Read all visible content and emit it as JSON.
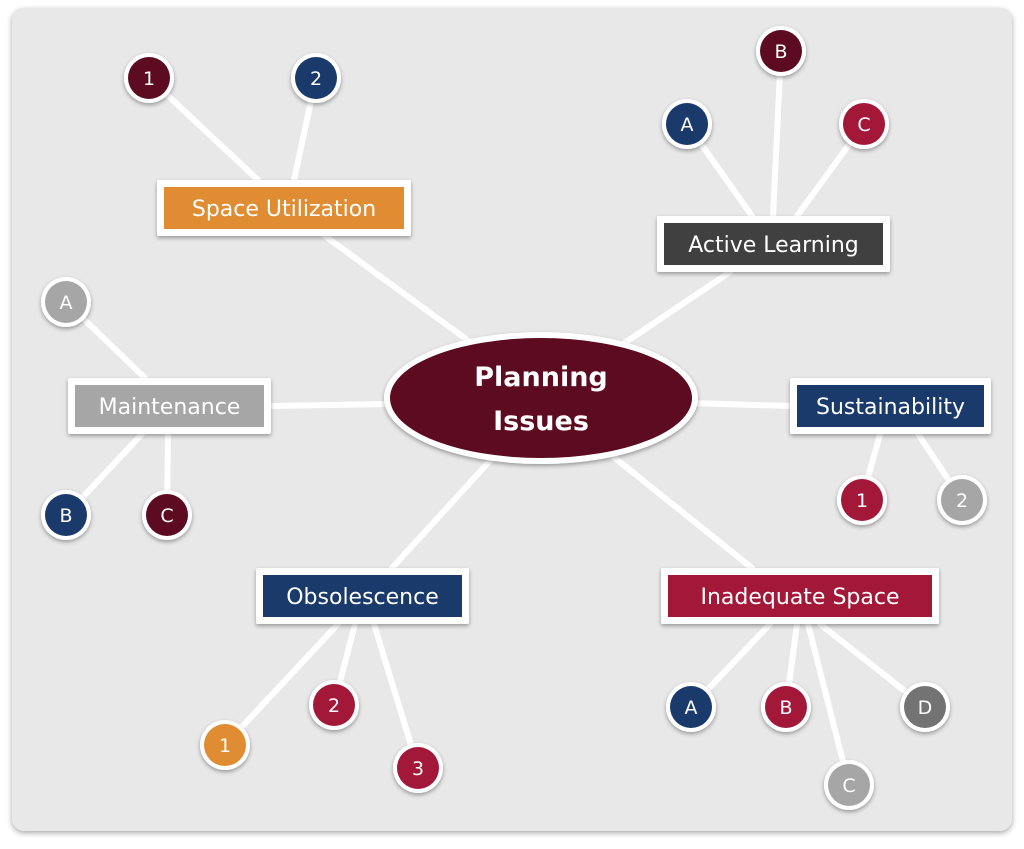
{
  "center": {
    "line1": "Planning",
    "line2": "Issues",
    "color": "#5c0b20"
  },
  "branches": [
    {
      "id": "space-utilization",
      "label": "Space Utilization",
      "color": "#e08c33",
      "nodes": [
        {
          "label": "1",
          "color": "#5c0b20"
        },
        {
          "label": "2",
          "color": "#1a3a6b"
        }
      ]
    },
    {
      "id": "active-learning",
      "label": "Active Learning",
      "color": "#404040",
      "nodes": [
        {
          "label": "A",
          "color": "#1a3a6b"
        },
        {
          "label": "B",
          "color": "#5c0b20"
        },
        {
          "label": "C",
          "color": "#a31838"
        }
      ]
    },
    {
      "id": "maintenance",
      "label": "Maintenance",
      "color": "#a6a6a6",
      "nodes": [
        {
          "label": "A",
          "color": "#a6a6a6"
        },
        {
          "label": "B",
          "color": "#1a3a6b"
        },
        {
          "label": "C",
          "color": "#5c0b20"
        }
      ]
    },
    {
      "id": "sustainability",
      "label": "Sustainability",
      "color": "#1a3a6b",
      "nodes": [
        {
          "label": "1",
          "color": "#a31838"
        },
        {
          "label": "2",
          "color": "#a6a6a6"
        }
      ]
    },
    {
      "id": "obsolescence",
      "label": "Obsolescence",
      "color": "#1a3a6b",
      "nodes": [
        {
          "label": "1",
          "color": "#e08c33"
        },
        {
          "label": "2",
          "color": "#a31838"
        },
        {
          "label": "3",
          "color": "#a31838"
        }
      ]
    },
    {
      "id": "inadequate-space",
      "label": "Inadequate Space",
      "color": "#a31838",
      "nodes": [
        {
          "label": "A",
          "color": "#1a3a6b"
        },
        {
          "label": "B",
          "color": "#a31838"
        },
        {
          "label": "C",
          "color": "#a6a6a6"
        },
        {
          "label": "D",
          "color": "#737373"
        }
      ]
    }
  ]
}
